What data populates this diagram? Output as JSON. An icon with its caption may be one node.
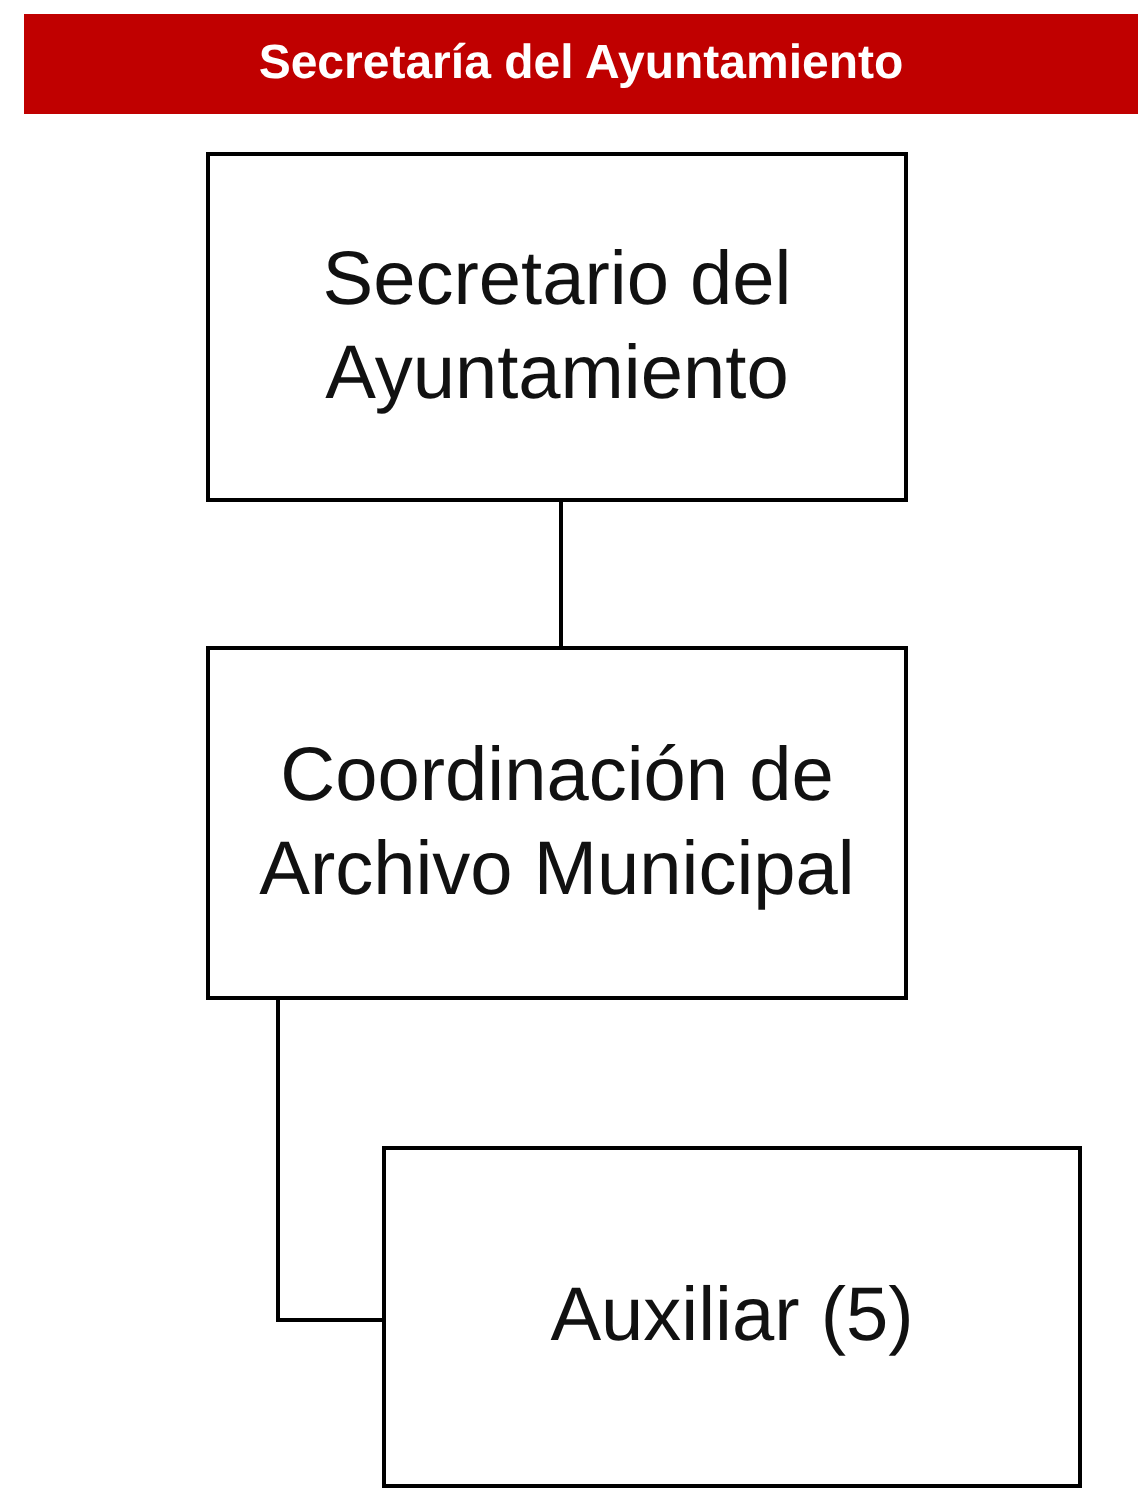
{
  "diagram": {
    "title": "Secretaría del Ayuntamiento",
    "nodes": [
      {
        "text": [
          "Secretario del Ayuntamiento"
        ]
      },
      {
        "text": [
          "Coordinación de Archivo Municipal"
        ]
      },
      {
        "text": [
          "Auxiliar (5)"
        ]
      }
    ],
    "edges": [
      {
        "from": 0,
        "to": 1,
        "arrow": "none"
      },
      {
        "from": 1,
        "to": 2,
        "arrow": "none"
      }
    ]
  }
}
